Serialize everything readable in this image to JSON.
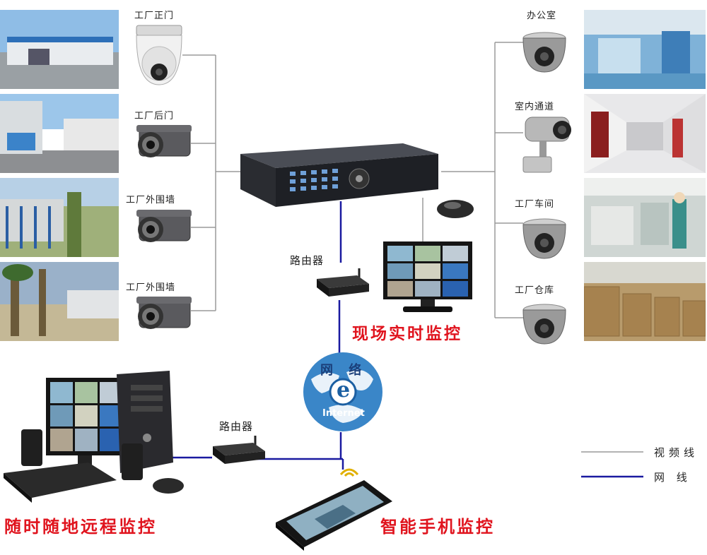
{
  "left_cameras": [
    {
      "label": "工厂正门"
    },
    {
      "label": "工厂后门"
    },
    {
      "label": "工厂外围墙"
    },
    {
      "label": "工厂外围墙"
    }
  ],
  "right_cameras": [
    {
      "label": "办公室"
    },
    {
      "label": "室内通道"
    },
    {
      "label": "工厂车间"
    },
    {
      "label": "工厂仓库"
    }
  ],
  "router_top": {
    "label": "路由器"
  },
  "router_bottom": {
    "label": "路由器"
  },
  "globe": {
    "text": "网 络",
    "brand": "Internet",
    "letter": "e"
  },
  "captions": {
    "onsite": "现场实时监控",
    "remote": "随时随地远程监控",
    "mobile": "智能手机监控"
  },
  "legend": {
    "video_line": "视频线",
    "network_line": "网 线"
  },
  "colors": {
    "video_line": "#9a9a9a",
    "network_line": "#1a1aa0",
    "caption": "#e0141e",
    "globe": "#3a86c8"
  }
}
